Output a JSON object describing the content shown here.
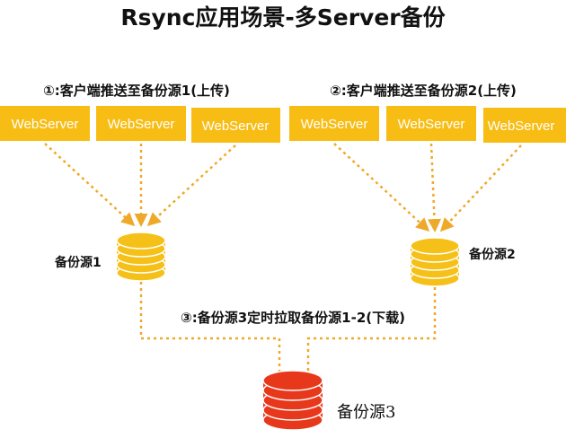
{
  "title": "Rsync应用场景-多Server备份",
  "step1_caption": "①:客户端推送至备份源1(上传)",
  "step2_caption": "②:客户端推送至备份源2(上传)",
  "step3_caption": "③:备份源3定时拉取备份源1-2(下载)",
  "group1_servers": [
    "WebServer",
    "WebServer",
    "WebServer"
  ],
  "group2_servers": [
    "WebServer",
    "WebServer",
    "WebServer"
  ],
  "backup1_label": "备份源1",
  "backup2_label": "备份源2",
  "backup3_label": "备份源3",
  "colors": {
    "server_box": "#f8bd14",
    "connector": "#efa92a",
    "db_primary": "#f5c017",
    "db_highlight": "#e8381c"
  }
}
